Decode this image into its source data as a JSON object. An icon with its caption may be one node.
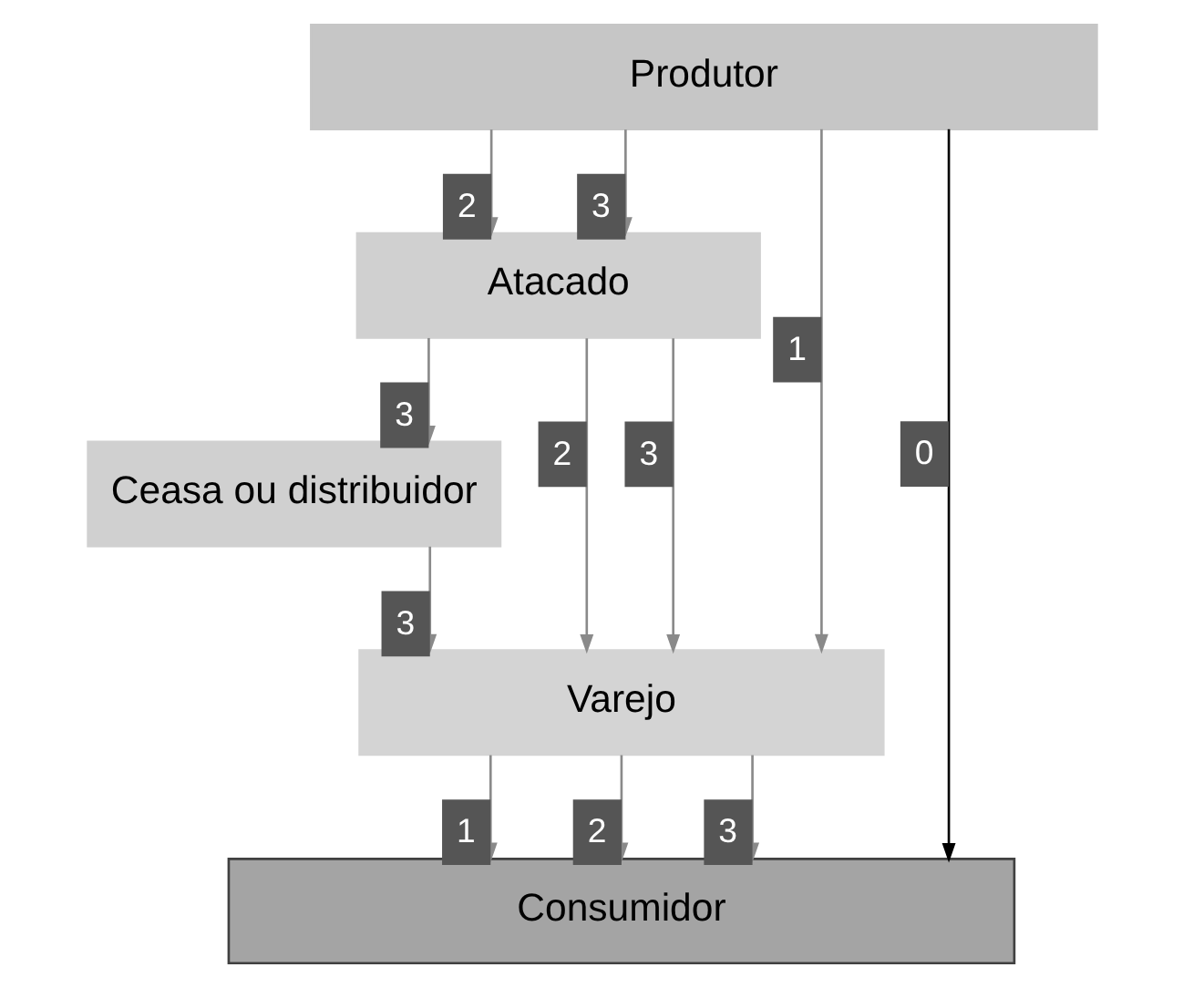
{
  "diagram": {
    "nodes": [
      {
        "text": [
          "Produtor"
        ]
      },
      {
        "text": [
          "Atacado"
        ]
      },
      {
        "text": [
          "Ceasa ou distribuidor"
        ]
      },
      {
        "text": [
          "Varejo"
        ]
      },
      {
        "text": [
          "Consumidor"
        ]
      }
    ],
    "edges": [
      {
        "from": 0,
        "to": 4,
        "arrow": "to",
        "label": "0",
        "color": "#000000"
      },
      {
        "from": 0,
        "to": 3,
        "arrow": "to",
        "label": "1"
      },
      {
        "from": 0,
        "to": 1,
        "arrow": "to",
        "label": "2"
      },
      {
        "from": 0,
        "to": 1,
        "arrow": "to",
        "label": "3"
      },
      {
        "from": 1,
        "to": 2,
        "arrow": "to",
        "label": "3"
      },
      {
        "from": 1,
        "to": 3,
        "arrow": "to",
        "label": "2"
      },
      {
        "from": 1,
        "to": 3,
        "arrow": "to",
        "label": "3"
      },
      {
        "from": 2,
        "to": 3,
        "arrow": "to",
        "label": "3"
      },
      {
        "from": 3,
        "to": 4,
        "arrow": "to",
        "label": "1"
      },
      {
        "from": 3,
        "to": 4,
        "arrow": "to",
        "label": "2"
      },
      {
        "from": 3,
        "to": 4,
        "arrow": "to",
        "label": "3"
      }
    ]
  }
}
